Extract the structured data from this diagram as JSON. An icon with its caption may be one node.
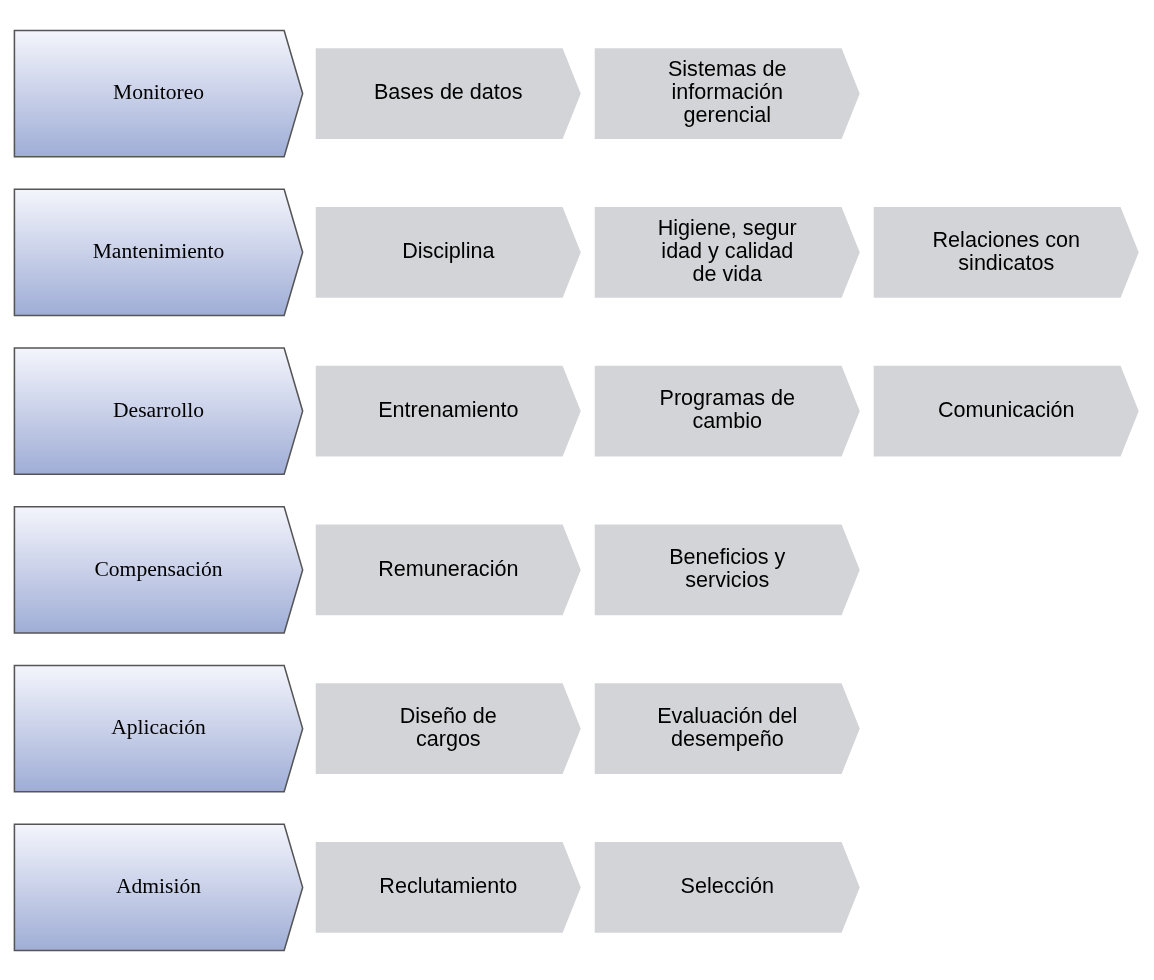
{
  "diagram": {
    "nodes": [
      {
        "text": [
          "Admisión"
        ]
      },
      {
        "text": [
          "Reclutamiento"
        ]
      },
      {
        "text": [
          "Selección"
        ]
      },
      {
        "text": [
          "Aplicación"
        ]
      },
      {
        "text": [
          "Diseño de cargos"
        ]
      },
      {
        "text": [
          "Evaluación del desempeño"
        ]
      },
      {
        "text": [
          "Compensación"
        ]
      },
      {
        "text": [
          "Remuneración"
        ]
      },
      {
        "text": [
          "Beneficios y servicios"
        ]
      },
      {
        "text": [
          "Desarrollo"
        ]
      },
      {
        "text": [
          "Entrenamiento"
        ]
      },
      {
        "text": [
          "Programas de cambio"
        ]
      },
      {
        "text": [
          "Comunicación"
        ]
      },
      {
        "text": [
          "Mantenimiento"
        ]
      },
      {
        "text": [
          "Disciplina"
        ]
      },
      {
        "text": [
          "Higiene, segur idad y calidad de vida"
        ]
      },
      {
        "text": [
          "Relaciones con sindicatos"
        ]
      },
      {
        "text": [
          "Monitoreo"
        ]
      },
      {
        "text": [
          "Bases de datos"
        ]
      },
      {
        "text": [
          "Sistemas de información gerencial"
        ]
      }
    ]
  }
}
